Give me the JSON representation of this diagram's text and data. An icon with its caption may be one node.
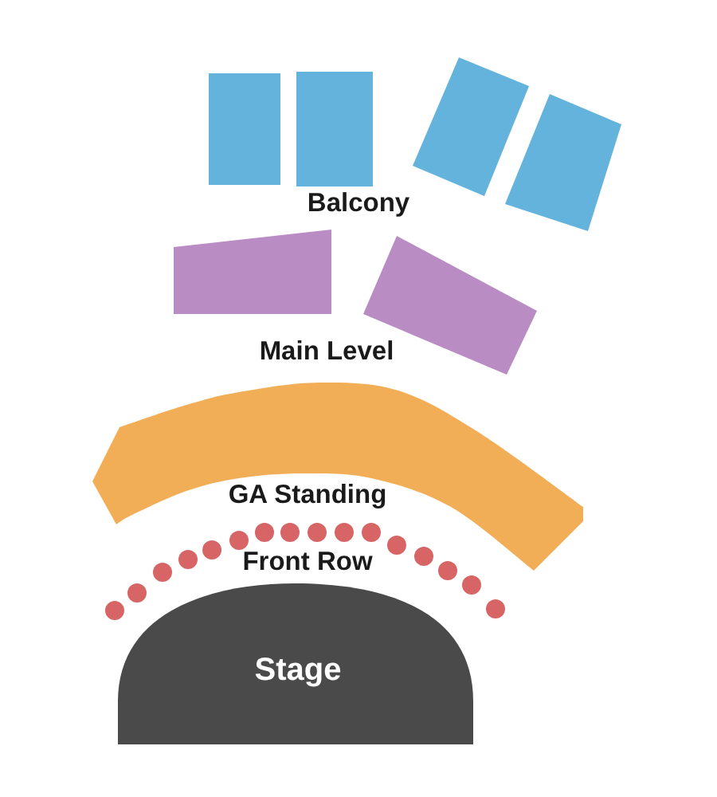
{
  "diagram": {
    "nodes": [
      {
        "text": [],
        "shape": "box"
      },
      {
        "text": [],
        "shape": "box"
      },
      {
        "text": [],
        "shape": "box"
      },
      {
        "text": [],
        "shape": "box"
      },
      {
        "text": [],
        "shape": "box"
      },
      {
        "text": [],
        "shape": "box"
      },
      {
        "text": [],
        "shape": "band"
      },
      {
        "text": [],
        "shape": "circle"
      },
      {
        "text": [],
        "shape": "circle"
      },
      {
        "text": [],
        "shape": "circle"
      },
      {
        "text": [],
        "shape": "circle"
      },
      {
        "text": [],
        "shape": "circle"
      },
      {
        "text": [],
        "shape": "circle"
      },
      {
        "text": [],
        "shape": "circle"
      },
      {
        "text": [],
        "shape": "circle"
      },
      {
        "text": [],
        "shape": "circle"
      },
      {
        "text": [],
        "shape": "circle"
      },
      {
        "text": [],
        "shape": "circle"
      },
      {
        "text": [],
        "shape": "circle"
      },
      {
        "text": [],
        "shape": "circle"
      },
      {
        "text": [],
        "shape": "circle"
      },
      {
        "text": [],
        "shape": "circle"
      },
      {
        "text": [],
        "shape": "circle"
      },
      {
        "text": [
          "Stage"
        ]
      }
    ],
    "labels": [
      "Balcony",
      "Main Level",
      "GA Standing",
      "Front Row"
    ]
  }
}
